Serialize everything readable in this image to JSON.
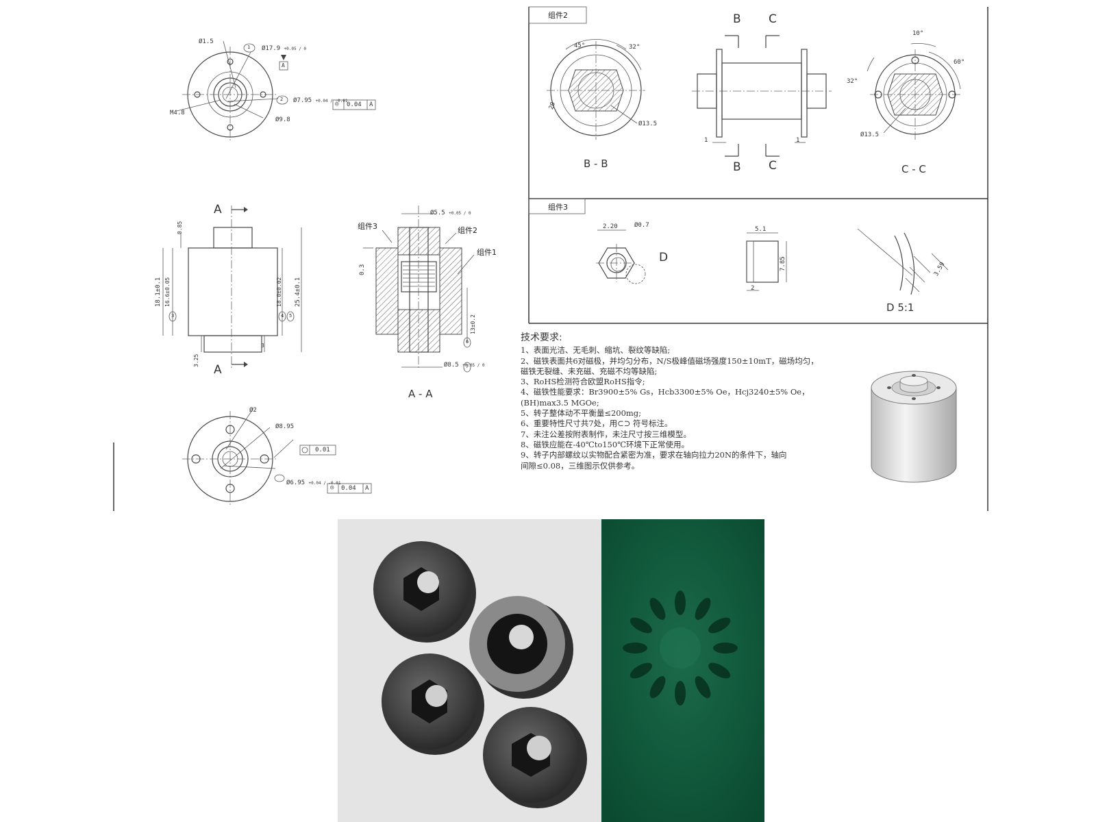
{
  "top_view": {
    "hole_small": "Ø1.5",
    "od_callout": "Ø17.9",
    "od_tol": "+0.05 / 0",
    "datum": "A",
    "bore_callout": "Ø7.95",
    "bore_tol": "+0.04 / -0.01",
    "bore_fcf_sym": "◎",
    "bore_fcf_val": "0.04",
    "bore_fcf_datum": "A",
    "thread": "M4.8",
    "pcd": "Ø9.8",
    "mark_1": "1",
    "mark_2": "2"
  },
  "front_view": {
    "section_label": "A",
    "dim_top": "0.85",
    "dim_h1": "18.1±0.1",
    "dim_h2": "16.6±0.05",
    "dim_h3": "18.0±0.02",
    "dim_total": "25.4±0.1",
    "dim_bottom": "3.25",
    "dim_step": "3",
    "mark_3": "3",
    "mark_4": "4",
    "mark_5": "5"
  },
  "section_aa": {
    "part3": "组件3",
    "part2": "组件2",
    "part1": "组件1",
    "top_dim": "Ø5.5",
    "top_tol": "+0.05 / 0",
    "gap": "0.3",
    "len": "13±0.2",
    "bottom_dim": "Ø8.5",
    "bottom_tol": "+0.05 / 0",
    "title": "A - A",
    "mark_6": "6",
    "mark_7": "7"
  },
  "bottom_view": {
    "hole": "Ø2",
    "pcd": "Ø8.95",
    "fcf1_val": "0.01",
    "bore_callout": "Ø6.95",
    "bore_tol": "+0.04 / -0.01",
    "fcf2_val": "0.04",
    "fcf2_datum": "A"
  },
  "part2_panel": {
    "title": "组件2",
    "bb": "B - B",
    "cc": "C - C",
    "b": "B",
    "c": "C",
    "ang45": "45°",
    "ang32": "32°",
    "dia1": "Ø13.5",
    "dia2": "Ø13.5",
    "dim_1": "1",
    "dim_1b": "1",
    "ang10": "10°",
    "ang60": "60°",
    "ang32b": "32°",
    "r20": "20"
  },
  "part3_panel": {
    "title": "组件3",
    "dim_220": "2.20",
    "dia07": "Ø0.7",
    "detail": "D",
    "w51": "5.1",
    "h785": "7.85",
    "w2": "2",
    "d_scale": "D    5:1",
    "dim_359": "3.59"
  },
  "tech": {
    "heading": "技术要求:",
    "lines": [
      "1、表面光洁、无毛刺、缩坑、裂纹等缺陷;",
      "2、磁铁表面共6对磁极，并均匀分布，N/S极峰值磁场强度150±10mT，磁场均匀，",
      "磁铁无裂缝、未充磁、充磁不均等缺陷;",
      "3、RoHS检测符合欧盟RoHS指令;",
      "4、磁铁性能要求：Br3900±5% Gs，Hcb3300±5% Oe，Hcj3240±5% Oe，",
      "(BH)max3.5 MGOe;",
      "5、转子整体动不平衡量≤200mg;",
      "6、重要特性尺寸共7处，用⊂⊃ 符号标注。",
      "7、未注公差按附表制作，未注尺寸按三维模型。",
      "8、磁铁应能在-40℃to150℃环境下正常使用。",
      "9、转子内部螺纹以实物配合紧密为准，要求在轴向拉力20N的条件下，轴向",
      "间隙≤0.08，三维图示仅供参考。"
    ]
  },
  "colors": {
    "line": "#444444",
    "photo_bg": "#e6e6e6",
    "magnet": "#4a4a4a",
    "viewer_bg": "#0d5a3c"
  }
}
